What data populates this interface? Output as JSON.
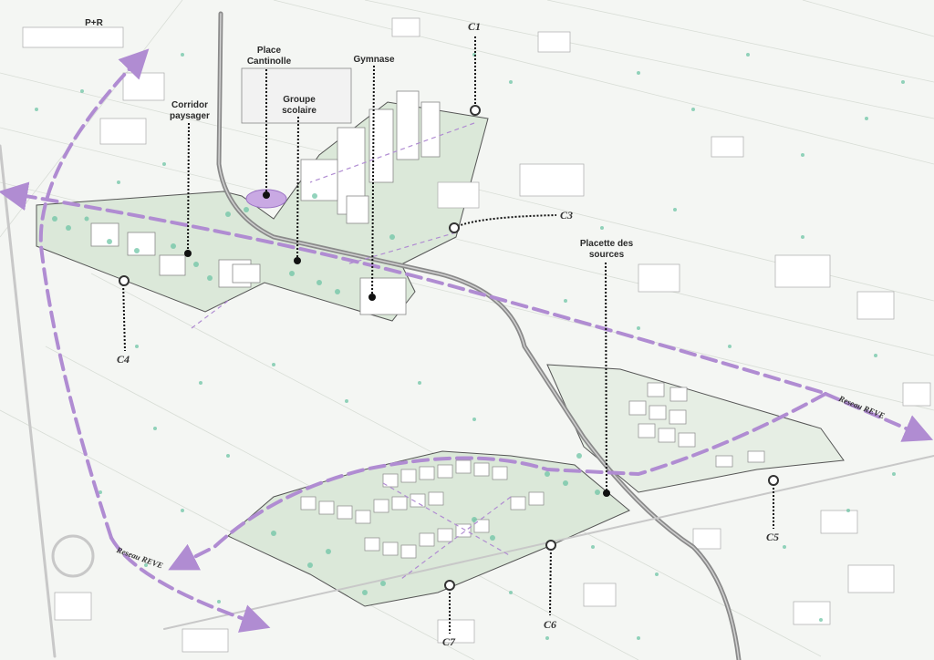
{
  "labels": {
    "pr": "P+R",
    "place_cantinolle": "Place\nCantinolle",
    "gymnase": "Gymnase",
    "groupe_scolaire": "Groupe\nscolaire",
    "corridor": "Corridor\npaysager",
    "placette": "Placette des\nsources",
    "reseau_reve_1": "Reseau REVE",
    "reseau_reve_2": "Reseau REVE"
  },
  "codes": {
    "c1": "C1",
    "c3": "C3",
    "c4": "C4",
    "c5": "C5",
    "c6": "C6",
    "c7": "C7"
  },
  "colors": {
    "network": "#b08cd2",
    "area_fill": "#dbe8d9",
    "tree": "#6fc5a6",
    "road": "#8a8a8a",
    "building": "#ffffff"
  }
}
